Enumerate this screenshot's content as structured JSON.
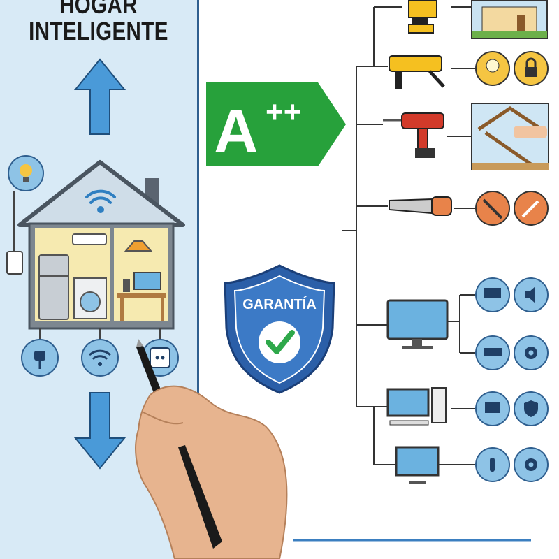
{
  "title": {
    "line1": "HOGAR",
    "line2": "INTELIGENTE"
  },
  "energy_label": {
    "grade": "A",
    "suffix": "++",
    "color": "#27a13b"
  },
  "shield": {
    "label": "GARANTÍA",
    "color": "#2b5fa8"
  },
  "colors": {
    "panel": "#d8eaf6",
    "arrow": "#4a9ad8",
    "yellow_icon": "#f5c542",
    "orange_icon": "#e8834a",
    "blue_icon": "#8ec3e6"
  },
  "icons": {
    "house_side": [
      "lightbulb-icon",
      "thermostat-icon",
      "plug-icon",
      "wifi-icon",
      "socket-icon"
    ],
    "tools": [
      "cordless-drill-icon",
      "hammer-drill-icon",
      "red-drill-icon",
      "hand-saw-icon"
    ],
    "tool_results": [
      "lightbulb-icon",
      "lock-icon",
      "saw-icon",
      "wrench-icon"
    ],
    "devices": [
      "laptop-icon",
      "speaker-icon",
      "truck-icon",
      "gear-icon",
      "monitor-icon",
      "shield-check-icon",
      "touch-icon",
      "gear-icon"
    ]
  }
}
